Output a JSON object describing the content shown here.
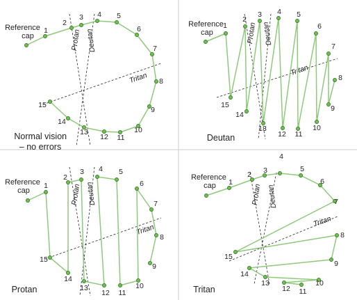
{
  "colors": {
    "trace": "#8ec97a",
    "cap": "#6cbf4f",
    "axis": "#222222",
    "divider": "#cccccc"
  },
  "panels": [
    {
      "id": "normal",
      "caption_lines": [
        "Normal vision",
        "– no errors"
      ],
      "reference_lines": [
        "Reference",
        "cap"
      ],
      "axis_labels": {
        "protan": "Protan",
        "deutan": "Deutan",
        "tritan": "Tritan"
      },
      "cap_labels": [
        "1",
        "2",
        "3",
        "4",
        "5",
        "6",
        "7",
        "8",
        "9",
        "10",
        "11",
        "12",
        "13",
        "14",
        "15"
      ],
      "sequence": [
        "ref",
        "1",
        "2",
        "3",
        "4",
        "5",
        "6",
        "7",
        "8",
        "9",
        "10",
        "11",
        "12",
        "13",
        "14",
        "15"
      ]
    },
    {
      "id": "deutan",
      "caption_lines": [
        "Deutan"
      ],
      "reference_lines": [
        "Reference",
        "cap"
      ],
      "axis_labels": {
        "protan": "Protan",
        "deutan": "Deutan",
        "tritan": "Tritan"
      },
      "cap_labels": [
        "1",
        "2",
        "3",
        "4",
        "5",
        "6",
        "7",
        "8",
        "9",
        "10",
        "11",
        "12",
        "13",
        "14",
        "15"
      ],
      "sequence": [
        "ref",
        "1",
        "15",
        "2",
        "14",
        "3",
        "13",
        "4",
        "12",
        "5",
        "11",
        "6",
        "10",
        "7",
        "9",
        "8"
      ]
    },
    {
      "id": "protan",
      "caption_lines": [
        "Protan"
      ],
      "reference_lines": [
        "Reference",
        "cap"
      ],
      "axis_labels": {
        "protan": "Protan",
        "deutan": "Deutan",
        "tritan": "Tritan"
      },
      "cap_labels": [
        "1",
        "2",
        "3",
        "4",
        "5",
        "6",
        "7",
        "8",
        "9",
        "10",
        "11",
        "12",
        "13",
        "14",
        "15"
      ],
      "sequence": [
        "ref",
        "1",
        "15",
        "14",
        "2",
        "3",
        "13",
        "12",
        "4",
        "5",
        "11",
        "10",
        "6",
        "7",
        "8",
        "9"
      ]
    },
    {
      "id": "tritan",
      "caption_lines": [
        "Tritan"
      ],
      "reference_lines": [
        "Reference",
        "cap"
      ],
      "axis_labels": {
        "protan": "Protan",
        "deutan": "Deutan",
        "tritan": "Tritan"
      },
      "cap_labels": [
        "1",
        "2",
        "3",
        "4",
        "5",
        "6",
        "7",
        "8",
        "9",
        "10",
        "11",
        "12",
        "13",
        "14",
        "15"
      ],
      "sequence": [
        "ref",
        "1",
        "2",
        "3",
        "4",
        "5",
        "6",
        "7",
        "15",
        "8",
        "9",
        "14",
        "13",
        "10",
        "12",
        "11"
      ]
    }
  ]
}
